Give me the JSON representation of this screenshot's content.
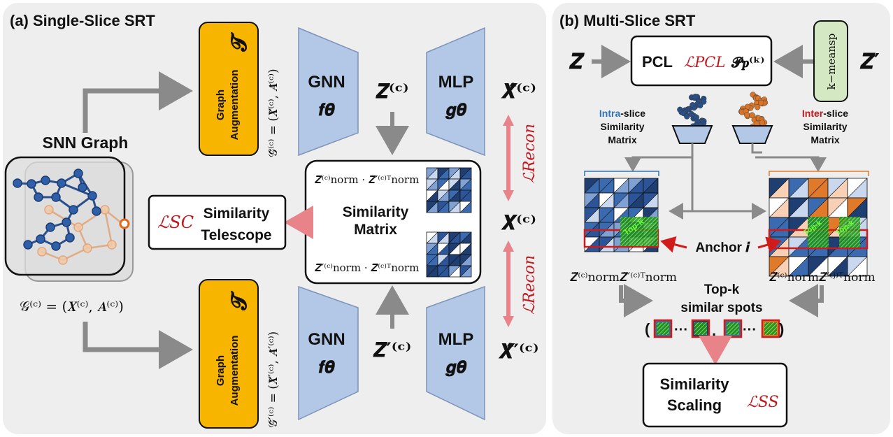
{
  "panel_a": {
    "title": "(a) Single-Slice SRT",
    "snn_graph_label": "SNN Graph",
    "graph_formula": "𝒢⁽ᶜ⁾ = (𝑿⁽ᶜ⁾, 𝑨⁽ᶜ⁾)",
    "augmentation_label_line1": "Graph",
    "augmentation_label_line2": "Augmentation",
    "augmentation_symbol": "𝓣",
    "aug_graph_top": "𝒢̃⁽ᶜ⁾ = (𝑿̃⁽ᶜ⁾, 𝑨̃⁽ᶜ⁾)",
    "aug_graph_bottom": "𝒢̃′⁽ᶜ⁾ = (𝑿̃′⁽ᶜ⁾, 𝑨̃′⁽ᶜ⁾)",
    "gnn_label": "GNN",
    "gnn_symbol": "𝒇𝜽",
    "mlp_label": "MLP",
    "mlp_symbol": "𝒈𝜽",
    "z_top": "𝒁̃⁽ᶜ⁾",
    "z_bottom": "𝒁̃′⁽ᶜ⁾",
    "x_hat_top": "𝑿̂⁽ᶜ⁾",
    "x_hat_bottom": "𝑿̂′⁽ᶜ⁾",
    "x_center": "𝑿⁽ᶜ⁾",
    "recon_loss": "ℒRecon",
    "similarity_matrix_line1": "Similarity",
    "similarity_matrix_line2": "Matrix",
    "sim_formula_top": "𝒁̃⁽ᶜ⁾norm · 𝒁̃′⁽ᶜ⁾ᵀnorm",
    "sim_formula_bottom": "𝒁̃′⁽ᶜ⁾norm · 𝒁̃⁽ᶜ⁾ᵀnorm",
    "telescope_loss": "ℒSC",
    "telescope_line1": "Similarity",
    "telescope_line2": "Telescope"
  },
  "panel_b": {
    "title": "(b) Multi-Slice SRT",
    "z_left": "𝒁̃",
    "z_right": "𝒁̃′",
    "pcl_label": "PCL",
    "pcl_loss": "ℒPCL",
    "pcl_proto": "𝓟𝒑⁽ᵏ⁾",
    "kmeans_label": "k−meansp",
    "intra_highlight": "Intra",
    "intra_rest": "-slice",
    "intra_line2": "Similarity",
    "intra_line3": "Matrix",
    "inter_highlight": "Inter",
    "inter_rest": "-slice",
    "inter_line2": "Similarity",
    "inter_line3": "Matrix",
    "anchor_label": "Anchor 𝒊",
    "topk_tag": "Top-k",
    "left_formula": "𝒁̃⁽ᶜ⁾norm𝒁̃′⁽ᶜ⁾ᵀnorm",
    "right_formula": "𝒁̃⁽ᶜ⁾norm𝒁̃′⁽ʲ⁾ᵀnorm",
    "topk_line1": "Top-k",
    "topk_line2": "similar spots",
    "spots_open": "(",
    "spots_dots": "···",
    "spots_comma": ",",
    "spots_close": ")",
    "scaling_line1": "Similarity",
    "scaling_line2": "Scaling",
    "scaling_loss": "ℒSS"
  },
  "colors": {
    "panel_bg": "#eeeeee",
    "augmentation": "#f8b500",
    "network": "#b3c7e6",
    "recon_arrow": "#e8838a",
    "loss_red": "#c0181f",
    "intra_blue": "#2e75b6",
    "inter_red": "#c0181f",
    "kmeans_green": "#d5e8c4",
    "matrix_dark": "#1f3e72",
    "matrix_orange": "#e07a2a"
  }
}
